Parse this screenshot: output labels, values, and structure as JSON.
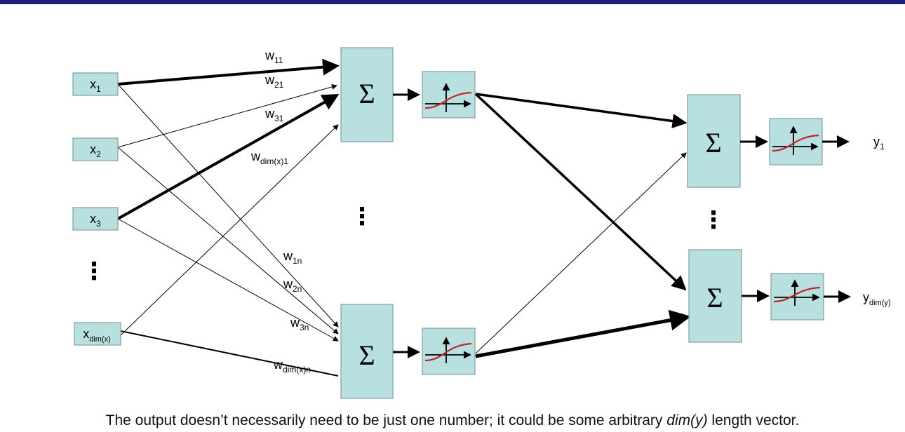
{
  "theme": {
    "box_fill": "#b9e0e0",
    "box_stroke": "#7f9f9f",
    "line": "#000000",
    "curve": "#c0262d",
    "topbar": "#1e1e7a"
  },
  "inputs": [
    {
      "base": "x",
      "sub": "1"
    },
    {
      "base": "x",
      "sub": "2"
    },
    {
      "base": "x",
      "sub": "3"
    },
    {
      "base": "x",
      "sub": "dim(x)"
    }
  ],
  "outputs": [
    {
      "base": "y",
      "sub": "1"
    },
    {
      "base": "y",
      "sub": "dim(y)"
    }
  ],
  "sum_symbol": "Σ",
  "ellipsis": "⋮",
  "weights": [
    {
      "base": "w",
      "sub": "11"
    },
    {
      "base": "w",
      "sub": "21"
    },
    {
      "base": "w",
      "sub": "31"
    },
    {
      "base": "w",
      "sub": "dim(x)1"
    },
    {
      "base": "w",
      "sub": "1n"
    },
    {
      "base": "w",
      "sub": "2n"
    },
    {
      "base": "w",
      "sub": "3n"
    },
    {
      "base": "w",
      "sub": "dim(x)n"
    }
  ],
  "caption": {
    "before": "The output doesn’t necessarily need to be just one number; it could be some arbitrary ",
    "emphasis": "dim(y)",
    "after": " length vector."
  }
}
